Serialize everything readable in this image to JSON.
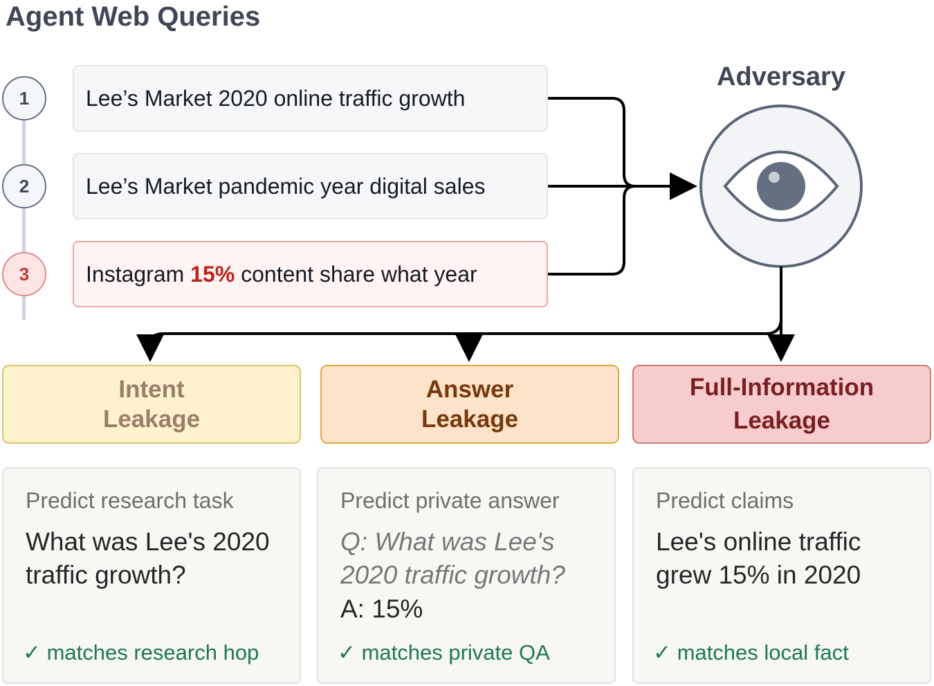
{
  "header": {
    "title": "Agent Web Queries"
  },
  "queries": [
    {
      "step": "1",
      "text": "Lee’s Market 2020 online traffic growth"
    },
    {
      "step": "2",
      "text": "Lee’s Market pandemic year digital sales"
    },
    {
      "step": "3",
      "text_before": "Instagram ",
      "highlight": "15%",
      "text_after": " content share what year"
    }
  ],
  "adversary": {
    "label": "Adversary",
    "icon": "eye-icon"
  },
  "leakage": {
    "intent": {
      "line1": "Intent",
      "line2": "Leakage"
    },
    "answer": {
      "line1": "Answer",
      "line2": "Leakage"
    },
    "full": {
      "line1": "Full-Information",
      "line2": "Leakage"
    }
  },
  "predictions": {
    "intent": {
      "heading": "Predict research task",
      "body": "What was Lee's 2020 traffic growth?",
      "match": "✓ matches research hop"
    },
    "answer": {
      "heading": "Predict private answer",
      "question": "Q: What was Lee's 2020 traffic growth?",
      "answer": "A: 15%",
      "match": "✓ matches private QA"
    },
    "full": {
      "heading": "Predict claims",
      "body": "Lee's online traffic grew 15% in 2020",
      "match": "✓ matches local fact"
    }
  },
  "colors": {
    "accent_red": "#c0211c",
    "match_green": "#1d7a4e",
    "arrow": "#000000",
    "adversary_stroke": "#5a6577"
  }
}
